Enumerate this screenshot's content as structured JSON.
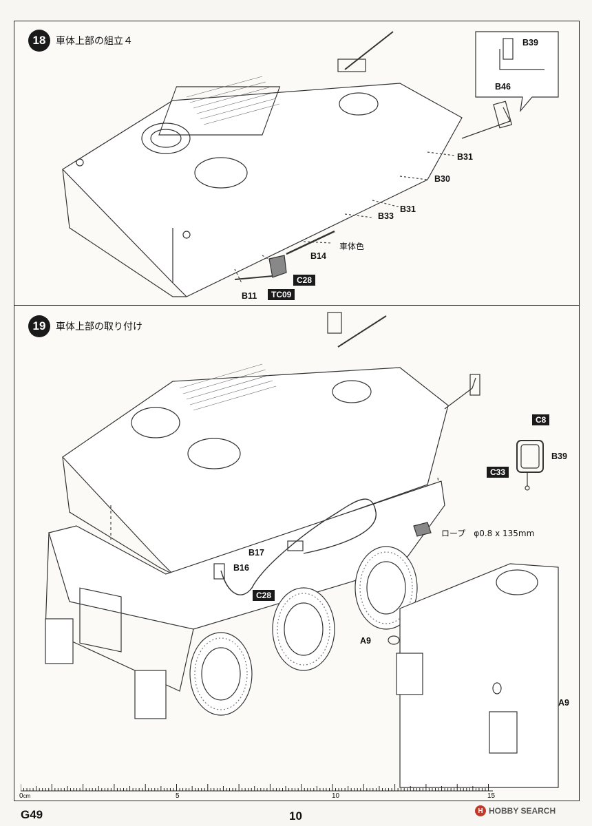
{
  "steps": [
    {
      "number": "18",
      "title": "車体上部の組立４",
      "labels": {
        "b39": "B39",
        "b46": "B46",
        "b31a": "B31",
        "b30": "B30",
        "b31b": "B31",
        "b33": "B33",
        "body_color": "車体色",
        "b14": "B14",
        "c28": "C28",
        "b11": "B11",
        "tc09": "TC09"
      }
    },
    {
      "number": "19",
      "title": "車体上部の取り付け",
      "labels": {
        "c8": "C8",
        "b39": "B39",
        "c33": "C33",
        "rope": "ロープ　φ0.8 x 135mm",
        "b17": "B17",
        "b16": "B16",
        "c28": "C28",
        "a9a": "A9",
        "a9b": "A9"
      }
    }
  ],
  "ruler": {
    "unit": "cm",
    "ticks": [
      "0",
      "5",
      "10",
      "15"
    ]
  },
  "footer": {
    "code": "G49",
    "page": "10",
    "watermark": "HOBBY SEARCH"
  }
}
